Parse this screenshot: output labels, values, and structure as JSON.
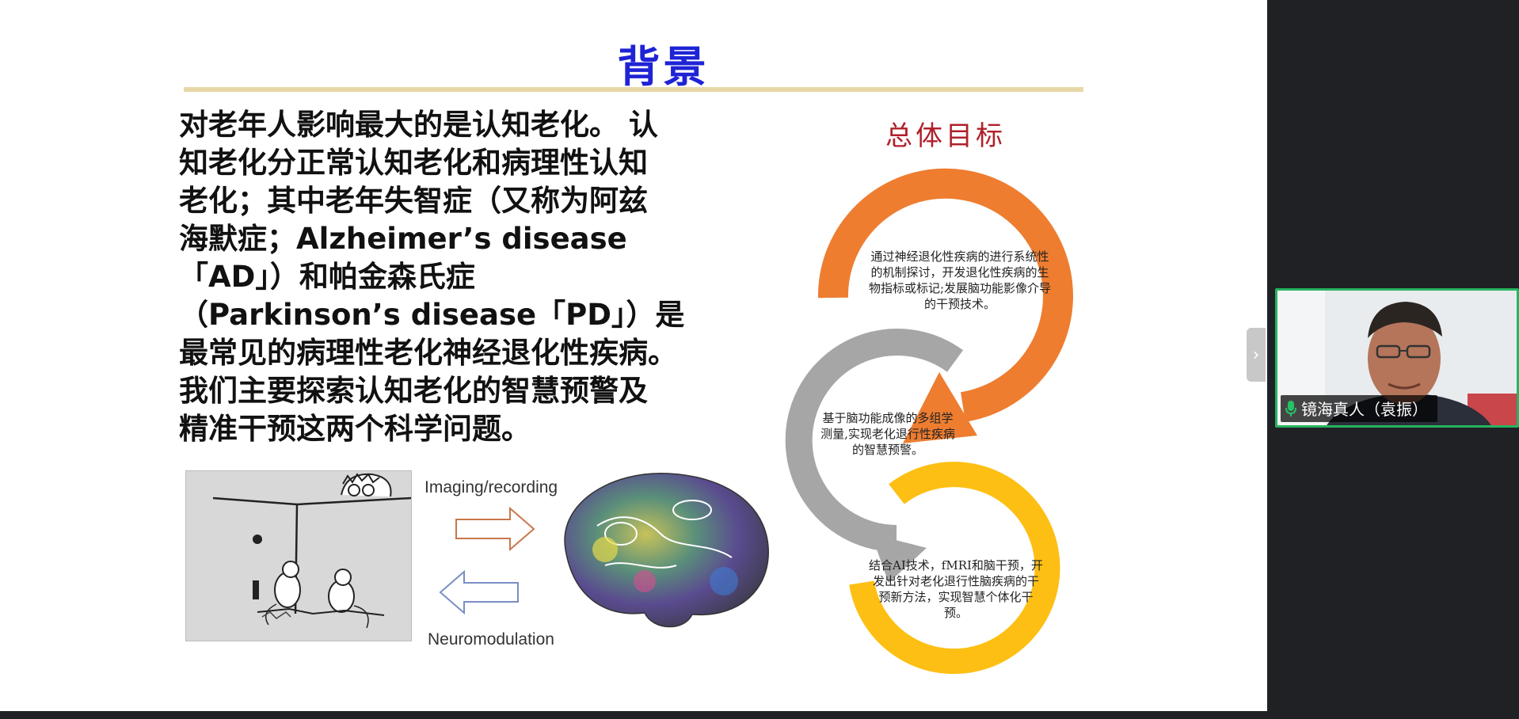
{
  "slide": {
    "title": "背景",
    "body_lines": [
      "对老年人影响最大的是认知老化。 认",
      "知老化分正常认知老化和病理性认知",
      "老化；其中老年失智症（又称为阿兹",
      "海默症；Alzheimer’s disease",
      "「AD」）和帕金森氏症",
      "（Parkinson’s disease「PD」）是",
      "最常见的病理性老化神经退化性疾病。",
      "我们主要探索认知老化的智慧预警及",
      "精准干预这两个科学问题。"
    ],
    "figure": {
      "imaging_label": "Imaging/recording",
      "neuromod_label": "Neuromodulation"
    },
    "goals": {
      "title": "总体目标",
      "items": [
        "通过神经退化性疾病的进行系统性的机制探讨，开发退化性疾病的生物指标或标记;发展脑功能影像介导的干预技术。",
        "基于脑功能成像的多组学测量,实现老化退行性疾病的智慧预警。",
        "结合AI技术，fMRI和脑干预，开发出针对老化退行性脑疾病的干预新方法，实现智慧个体化干预。"
      ],
      "colors": {
        "orange": "#ee7d30",
        "gray": "#a6a6a6",
        "yellow": "#fdbf13"
      }
    }
  },
  "meeting": {
    "collapse_icon": "chevron-right-icon",
    "collapse_glyph": "›",
    "participant_name": "镜海真人（袁振）",
    "mic_icon": "microphone-icon",
    "speaking_border_color": "#27b35f"
  }
}
